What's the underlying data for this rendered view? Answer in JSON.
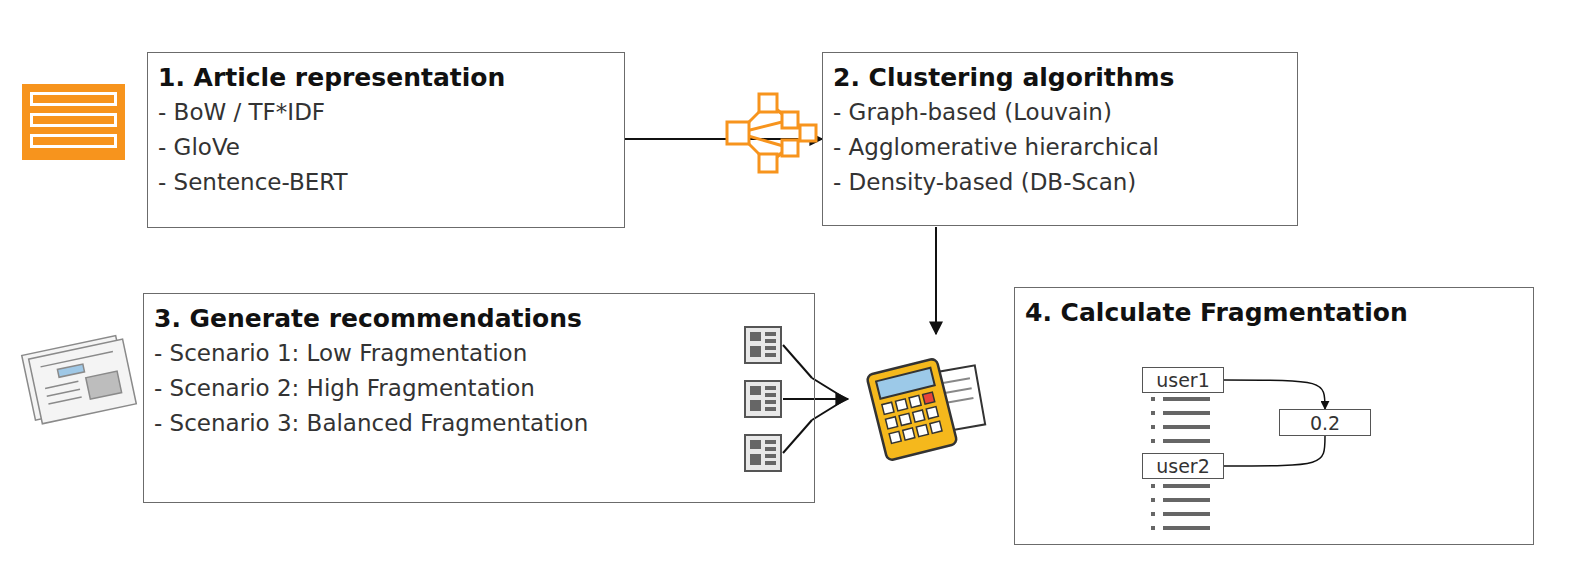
{
  "diagram": {
    "nodes": [
      {
        "text": [
          "1. Article representation",
          "- BoW / TF*IDF",
          "- GloVe",
          "- Sentence-BERT"
        ]
      },
      {
        "text": [
          "2. Clustering algorithms",
          "- Graph-based (Louvain)",
          "- Agglomerative hierarchical",
          "- Density-based (DB-Scan)"
        ]
      },
      {
        "text": [
          "3. Generate recommendations",
          "- Scenario 1: Low Fragmentation",
          "- Scenario 2: High Fragmentation",
          "- Scenario 3: Balanced Fragmentation"
        ]
      },
      {
        "text": [
          "4. Calculate Fragmentation"
        ]
      },
      {
        "text": [
          "user1"
        ],
        "in": 3
      },
      {
        "text": [
          "0.2"
        ],
        "in": 3
      },
      {
        "text": [
          "user2"
        ],
        "in": 3
      }
    ],
    "edges": [
      {
        "from": 0,
        "to": 1,
        "arrow": "to"
      },
      {
        "from": 4,
        "to": 5,
        "arrow": "to"
      },
      {
        "from": 6,
        "to": 5,
        "arrow": "none"
      }
    ]
  }
}
